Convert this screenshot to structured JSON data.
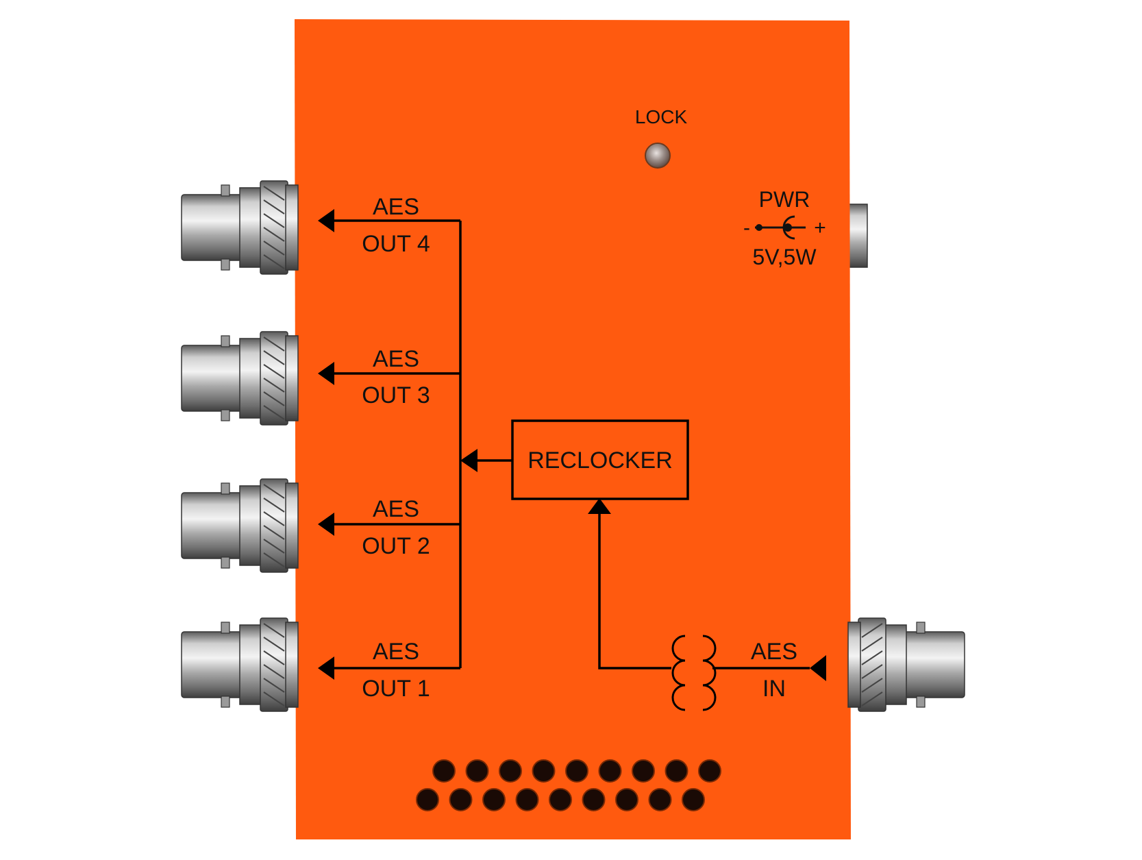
{
  "device": {
    "body_color": "#FF5A0F",
    "line_color": "#000000",
    "lock_label": "LOCK",
    "power": {
      "title": "PWR",
      "minus": "-",
      "plus": "+",
      "rating": "5V,5W"
    },
    "reclocker_label": "RECLOCKER",
    "outputs": [
      {
        "line1": "AES",
        "line2": "OUT 4"
      },
      {
        "line1": "AES",
        "line2": "OUT 3"
      },
      {
        "line1": "AES",
        "line2": "OUT 2"
      },
      {
        "line1": "AES",
        "line2": "OUT 1"
      }
    ],
    "input": {
      "line1": "AES",
      "line2": "IN"
    },
    "icons": [
      "bnc-connector-icon",
      "dc-barrel-jack-icon",
      "lock-led-icon",
      "transformer-icon",
      "vent-hole-icon"
    ]
  }
}
